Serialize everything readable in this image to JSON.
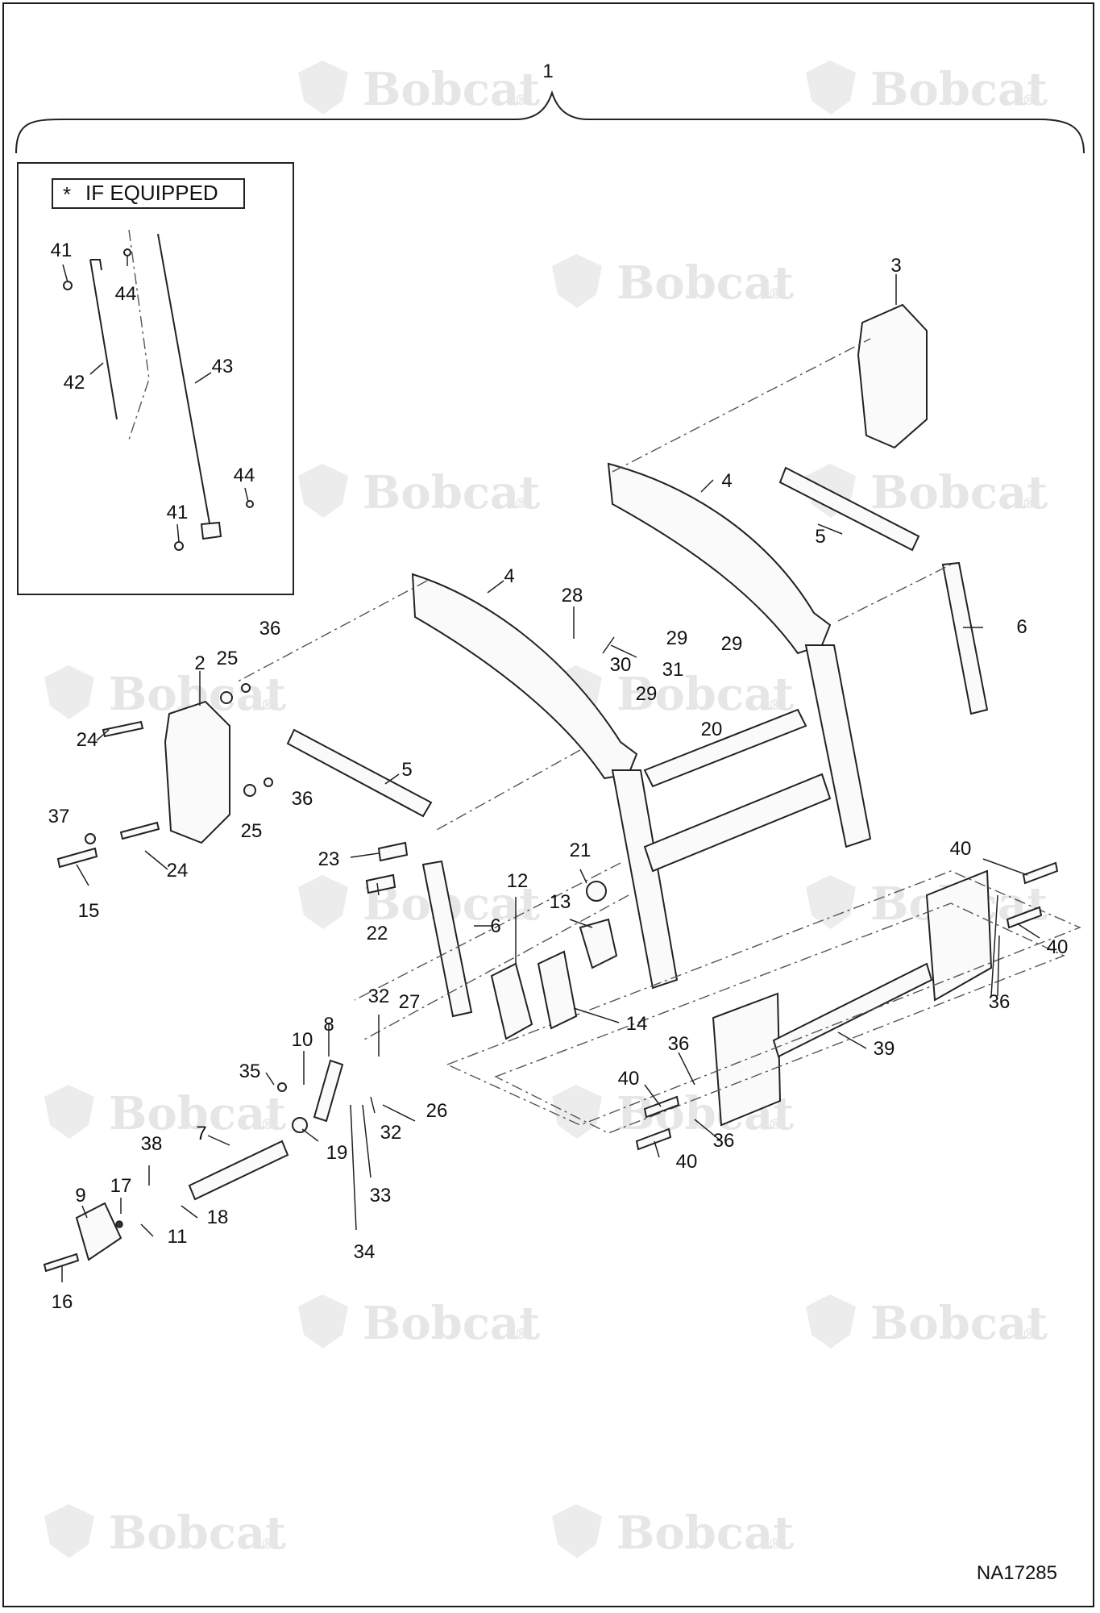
{
  "watermark": {
    "brand": "Bobcat",
    "registered": "®"
  },
  "drawing": {
    "assembly_number": "1",
    "inset_note": "IF EQUIPPED",
    "inset_marker": "*",
    "code": "NA17285"
  },
  "callouts": [
    {
      "id": "c3",
      "label": "3"
    },
    {
      "id": "c4a",
      "label": "4"
    },
    {
      "id": "c4b",
      "label": "4"
    },
    {
      "id": "c5a",
      "label": "5"
    },
    {
      "id": "c5b",
      "label": "5"
    },
    {
      "id": "c6a",
      "label": "6"
    },
    {
      "id": "c6b",
      "label": "6"
    },
    {
      "id": "c2",
      "label": "2"
    },
    {
      "id": "c25a",
      "label": "25"
    },
    {
      "id": "c36a",
      "label": "36"
    },
    {
      "id": "c24a",
      "label": "24"
    },
    {
      "id": "c25b",
      "label": "25"
    },
    {
      "id": "c36b",
      "label": "36"
    },
    {
      "id": "c37",
      "label": "37"
    },
    {
      "id": "c24b",
      "label": "24"
    },
    {
      "id": "c15",
      "label": "15"
    },
    {
      "id": "c28",
      "label": "28"
    },
    {
      "id": "c29a",
      "label": "29"
    },
    {
      "id": "c30",
      "label": "30"
    },
    {
      "id": "c31",
      "label": "31"
    },
    {
      "id": "c29b",
      "label": "29"
    },
    {
      "id": "c29c",
      "label": "29"
    },
    {
      "id": "c20",
      "label": "20"
    },
    {
      "id": "c23",
      "label": "23"
    },
    {
      "id": "c22",
      "label": "22"
    },
    {
      "id": "c21",
      "label": "21"
    },
    {
      "id": "c12",
      "label": "12"
    },
    {
      "id": "c13",
      "label": "13"
    },
    {
      "id": "c14",
      "label": "14"
    },
    {
      "id": "c32a",
      "label": "32"
    },
    {
      "id": "c27",
      "label": "27"
    },
    {
      "id": "c10",
      "label": "10"
    },
    {
      "id": "c8",
      "label": "8"
    },
    {
      "id": "c35",
      "label": "35"
    },
    {
      "id": "c26",
      "label": "26"
    },
    {
      "id": "c32b",
      "label": "32"
    },
    {
      "id": "c33",
      "label": "33"
    },
    {
      "id": "c34",
      "label": "34"
    },
    {
      "id": "c19",
      "label": "19"
    },
    {
      "id": "c7",
      "label": "7"
    },
    {
      "id": "c38",
      "label": "38"
    },
    {
      "id": "c17",
      "label": "17"
    },
    {
      "id": "c18",
      "label": "18"
    },
    {
      "id": "c11",
      "label": "11"
    },
    {
      "id": "c9",
      "label": "9"
    },
    {
      "id": "c16",
      "label": "16"
    },
    {
      "id": "c40a",
      "label": "40"
    },
    {
      "id": "c40b",
      "label": "40"
    },
    {
      "id": "c36c",
      "label": "36"
    },
    {
      "id": "c39",
      "label": "39"
    },
    {
      "id": "c36d",
      "label": "36"
    },
    {
      "id": "c40c",
      "label": "40"
    },
    {
      "id": "c40d",
      "label": "40"
    },
    {
      "id": "c36e",
      "label": "36"
    },
    {
      "id": "c41a",
      "label": "41"
    },
    {
      "id": "c44a",
      "label": "44"
    },
    {
      "id": "c42",
      "label": "42"
    },
    {
      "id": "c43",
      "label": "43"
    },
    {
      "id": "c44b",
      "label": "44"
    },
    {
      "id": "c41b",
      "label": "41"
    }
  ]
}
